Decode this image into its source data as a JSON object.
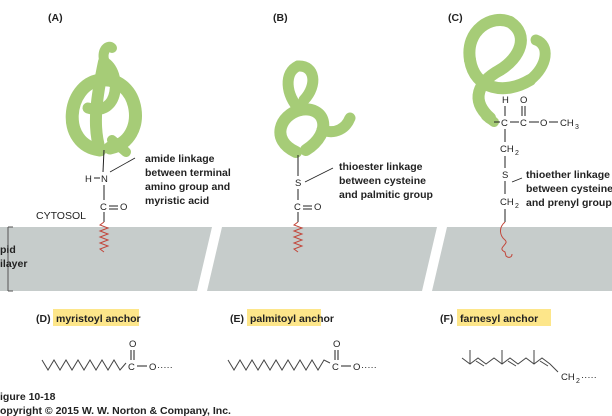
{
  "panels": {
    "a": {
      "letter": "(A)"
    },
    "b": {
      "letter": "(B)"
    },
    "c": {
      "letter": "(C)"
    }
  },
  "labels": {
    "cytosol": "CYTOSOL",
    "lipid_line1": "pid",
    "lipid_line2": "ilayer"
  },
  "linkages": {
    "a": {
      "line1": "amide linkage",
      "line2": "between terminal",
      "line3": "amino group and",
      "line4": "myristic acid"
    },
    "b": {
      "line1": "thioester linkage",
      "line2": "between cysteine",
      "line3": "and palmitic group"
    },
    "c": {
      "line1": "thioether linkage",
      "line2": "between cysteine",
      "line3": "and prenyl group"
    }
  },
  "chem": {
    "H": "H",
    "N": "N",
    "C": "C",
    "O": "O",
    "S": "S",
    "CH2": "CH",
    "sub2": "2",
    "CH3": "CH",
    "sub3": "3",
    "dash": "—",
    "ester_tail": "C —O···",
    "cmethyl": "— C —O—CH"
  },
  "anchors": {
    "d": {
      "letter": "(D)",
      "name": "myristoyl anchor"
    },
    "e": {
      "letter": "(E)",
      "name": "palmitoyl anchor"
    },
    "f": {
      "letter": "(F)",
      "name": "farnesyl anchor"
    }
  },
  "tail_f": "CH",
  "tail_f_sub": "2",
  "tail_f_dots": "·····",
  "caption": {
    "line1": "igure 10-18",
    "line2": "opyright © 2015 W. W. Norton & Company, Inc."
  },
  "colors": {
    "protein": "#a6cc77",
    "protein_edge": "#86b158",
    "membrane": "#c6cccb",
    "highlight": "#fde68a",
    "zigzag": "#c2463a"
  }
}
